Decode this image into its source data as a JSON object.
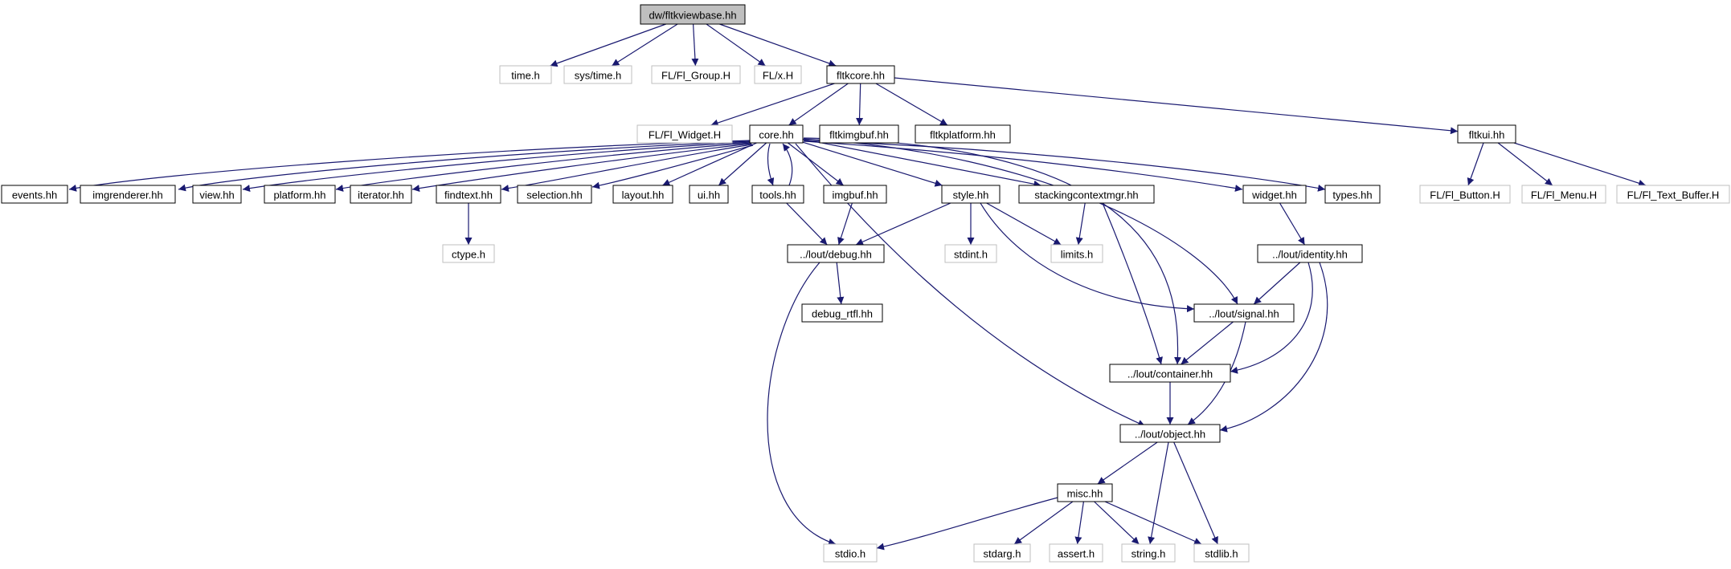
{
  "diagram": {
    "colors": {
      "edge": "#191970",
      "node_border": "#000000",
      "node_border_external": "#bfbfbf",
      "node_fill": "#ffffff",
      "root_fill": "#bfbfbf",
      "text": "#000000",
      "text_external": "#000000"
    },
    "nodes": [
      {
        "id": "root",
        "label": "dw/fltkviewbase.hh",
        "kind": "root"
      },
      {
        "id": "time_h",
        "label": "time.h",
        "kind": "external"
      },
      {
        "id": "sys_time_h",
        "label": "sys/time.h",
        "kind": "external"
      },
      {
        "id": "fl_group",
        "label": "FL/Fl_Group.H",
        "kind": "external"
      },
      {
        "id": "fl_x",
        "label": "FL/x.H",
        "kind": "external"
      },
      {
        "id": "fltkcore",
        "label": "fltkcore.hh",
        "kind": "local"
      },
      {
        "id": "fl_widget",
        "label": "FL/Fl_Widget.H",
        "kind": "external"
      },
      {
        "id": "core",
        "label": "core.hh",
        "kind": "local"
      },
      {
        "id": "fltkimgbuf",
        "label": "fltkimgbuf.hh",
        "kind": "local"
      },
      {
        "id": "fltkplatform",
        "label": "fltkplatform.hh",
        "kind": "local"
      },
      {
        "id": "fltkui",
        "label": "fltkui.hh",
        "kind": "local"
      },
      {
        "id": "events",
        "label": "events.hh",
        "kind": "local"
      },
      {
        "id": "imgrenderer",
        "label": "imgrenderer.hh",
        "kind": "local"
      },
      {
        "id": "view",
        "label": "view.hh",
        "kind": "local"
      },
      {
        "id": "platform",
        "label": "platform.hh",
        "kind": "local"
      },
      {
        "id": "iterator",
        "label": "iterator.hh",
        "kind": "local"
      },
      {
        "id": "findtext",
        "label": "findtext.hh",
        "kind": "local"
      },
      {
        "id": "selection",
        "label": "selection.hh",
        "kind": "local"
      },
      {
        "id": "layout",
        "label": "layout.hh",
        "kind": "local"
      },
      {
        "id": "ui",
        "label": "ui.hh",
        "kind": "local"
      },
      {
        "id": "tools",
        "label": "tools.hh",
        "kind": "local"
      },
      {
        "id": "imgbuf",
        "label": "imgbuf.hh",
        "kind": "local"
      },
      {
        "id": "style",
        "label": "style.hh",
        "kind": "local"
      },
      {
        "id": "stackingcontextmgr",
        "label": "stackingcontextmgr.hh",
        "kind": "local"
      },
      {
        "id": "widget",
        "label": "widget.hh",
        "kind": "local"
      },
      {
        "id": "types",
        "label": "types.hh",
        "kind": "local"
      },
      {
        "id": "fl_button",
        "label": "FL/Fl_Button.H",
        "kind": "external"
      },
      {
        "id": "fl_menu",
        "label": "FL/Fl_Menu.H",
        "kind": "external"
      },
      {
        "id": "fl_text_buffer",
        "label": "FL/Fl_Text_Buffer.H",
        "kind": "external"
      },
      {
        "id": "ctype",
        "label": "ctype.h",
        "kind": "external"
      },
      {
        "id": "debug",
        "label": "../lout/debug.hh",
        "kind": "local"
      },
      {
        "id": "stdint",
        "label": "stdint.h",
        "kind": "external"
      },
      {
        "id": "limits",
        "label": "limits.h",
        "kind": "external"
      },
      {
        "id": "identity",
        "label": "../lout/identity.hh",
        "kind": "local"
      },
      {
        "id": "debug_rtfl",
        "label": "debug_rtfl.hh",
        "kind": "local"
      },
      {
        "id": "signal",
        "label": "../lout/signal.hh",
        "kind": "local"
      },
      {
        "id": "container",
        "label": "../lout/container.hh",
        "kind": "local"
      },
      {
        "id": "object",
        "label": "../lout/object.hh",
        "kind": "local"
      },
      {
        "id": "misc",
        "label": "misc.hh",
        "kind": "local"
      },
      {
        "id": "stdio",
        "label": "stdio.h",
        "kind": "external"
      },
      {
        "id": "stdarg",
        "label": "stdarg.h",
        "kind": "external"
      },
      {
        "id": "assert",
        "label": "assert.h",
        "kind": "external"
      },
      {
        "id": "string",
        "label": "string.h",
        "kind": "external"
      },
      {
        "id": "stdlib",
        "label": "stdlib.h",
        "kind": "external"
      }
    ],
    "edges": [
      {
        "from": "root",
        "to": "time_h"
      },
      {
        "from": "root",
        "to": "sys_time_h"
      },
      {
        "from": "root",
        "to": "fl_group"
      },
      {
        "from": "root",
        "to": "fl_x"
      },
      {
        "from": "root",
        "to": "fltkcore"
      },
      {
        "from": "fltkcore",
        "to": "fl_widget"
      },
      {
        "from": "fltkcore",
        "to": "core"
      },
      {
        "from": "fltkcore",
        "to": "fltkimgbuf"
      },
      {
        "from": "fltkcore",
        "to": "fltkplatform"
      },
      {
        "from": "fltkcore",
        "to": "fltkui"
      },
      {
        "from": "core",
        "to": "events"
      },
      {
        "from": "core",
        "to": "imgrenderer"
      },
      {
        "from": "core",
        "to": "view"
      },
      {
        "from": "core",
        "to": "platform"
      },
      {
        "from": "core",
        "to": "iterator"
      },
      {
        "from": "core",
        "to": "findtext"
      },
      {
        "from": "core",
        "to": "selection"
      },
      {
        "from": "core",
        "to": "layout"
      },
      {
        "from": "core",
        "to": "ui"
      },
      {
        "from": "core",
        "to": "tools"
      },
      {
        "from": "tools",
        "to": "core"
      },
      {
        "from": "core",
        "to": "imgbuf"
      },
      {
        "from": "core",
        "to": "style"
      },
      {
        "from": "core",
        "to": "stackingcontextmgr"
      },
      {
        "from": "core",
        "to": "widget"
      },
      {
        "from": "core",
        "to": "types"
      },
      {
        "from": "core",
        "to": "signal"
      },
      {
        "from": "core",
        "to": "container"
      },
      {
        "from": "core",
        "to": "object"
      },
      {
        "from": "fltkui",
        "to": "fl_button"
      },
      {
        "from": "fltkui",
        "to": "fl_menu"
      },
      {
        "from": "fltkui",
        "to": "fl_text_buffer"
      },
      {
        "from": "findtext",
        "to": "ctype"
      },
      {
        "from": "tools",
        "to": "debug"
      },
      {
        "from": "imgbuf",
        "to": "debug"
      },
      {
        "from": "style",
        "to": "debug"
      },
      {
        "from": "style",
        "to": "stdint"
      },
      {
        "from": "style",
        "to": "limits"
      },
      {
        "from": "style",
        "to": "signal"
      },
      {
        "from": "stackingcontextmgr",
        "to": "limits"
      },
      {
        "from": "stackingcontextmgr",
        "to": "container"
      },
      {
        "from": "widget",
        "to": "identity"
      },
      {
        "from": "debug",
        "to": "debug_rtfl"
      },
      {
        "from": "debug",
        "to": "stdio"
      },
      {
        "from": "identity",
        "to": "signal"
      },
      {
        "from": "identity",
        "to": "container"
      },
      {
        "from": "identity",
        "to": "object"
      },
      {
        "from": "signal",
        "to": "container"
      },
      {
        "from": "signal",
        "to": "object"
      },
      {
        "from": "container",
        "to": "object"
      },
      {
        "from": "object",
        "to": "misc"
      },
      {
        "from": "object",
        "to": "string"
      },
      {
        "from": "object",
        "to": "stdlib"
      },
      {
        "from": "misc",
        "to": "stdio"
      },
      {
        "from": "misc",
        "to": "stdarg"
      },
      {
        "from": "misc",
        "to": "assert"
      },
      {
        "from": "misc",
        "to": "string"
      },
      {
        "from": "misc",
        "to": "stdlib"
      }
    ]
  }
}
